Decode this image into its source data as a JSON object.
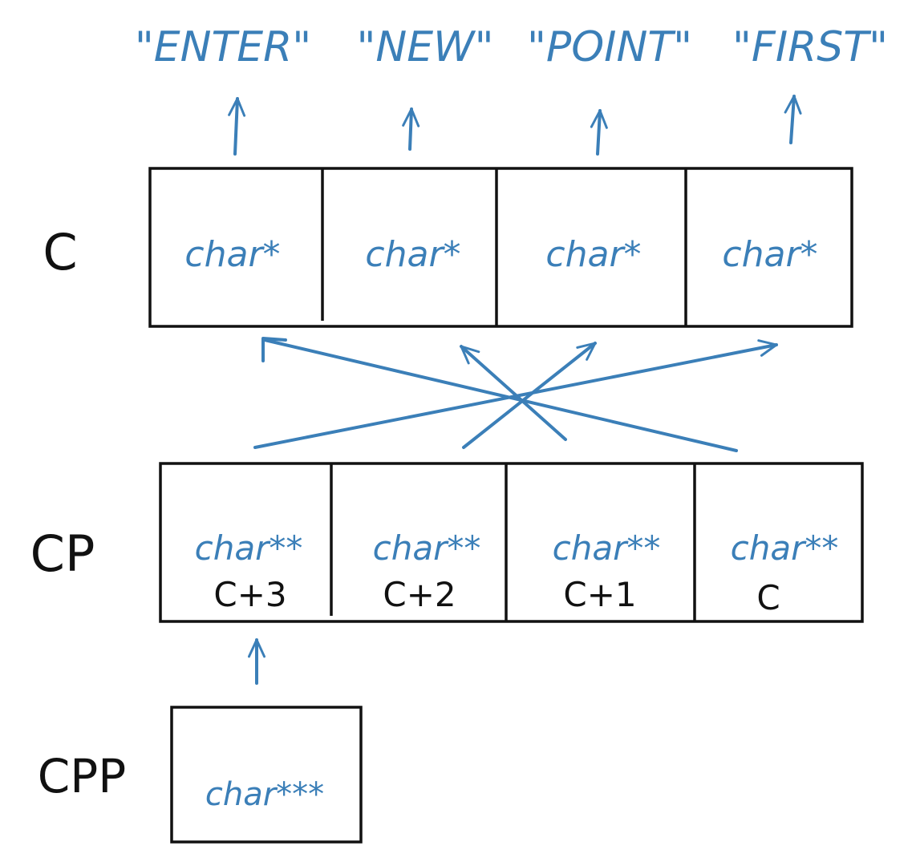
{
  "colors": {
    "ink_blue": "#3b7fb8",
    "ink_black": "#111111",
    "background": "#ffffff"
  },
  "strings": [
    "\"ENTER\"",
    "\"NEW\"",
    "\"POINT\"",
    "\"FIRST\""
  ],
  "row_c": {
    "label": "C",
    "cells": [
      "char*",
      "char*",
      "char*",
      "char*"
    ]
  },
  "row_cp": {
    "label": "CP",
    "cells": [
      {
        "type": "char**",
        "value": "C+3"
      },
      {
        "type": "char**",
        "value": "C+2"
      },
      {
        "type": "char**",
        "value": "C+1"
      },
      {
        "type": "char**",
        "value": "C"
      }
    ]
  },
  "row_cpp": {
    "label": "CPP",
    "cell": "char***"
  },
  "pointers": [
    {
      "from": "cp.0",
      "to": "c.3"
    },
    {
      "from": "cp.1",
      "to": "c.2"
    },
    {
      "from": "cp.2",
      "to": "c.1"
    },
    {
      "from": "cp.3",
      "to": "c.0"
    },
    {
      "from": "cpp.0",
      "to": "cp.0"
    },
    {
      "from": "c.0",
      "to": "strings.0"
    },
    {
      "from": "c.1",
      "to": "strings.1"
    },
    {
      "from": "c.2",
      "to": "strings.2"
    },
    {
      "from": "c.3",
      "to": "strings.3"
    }
  ]
}
